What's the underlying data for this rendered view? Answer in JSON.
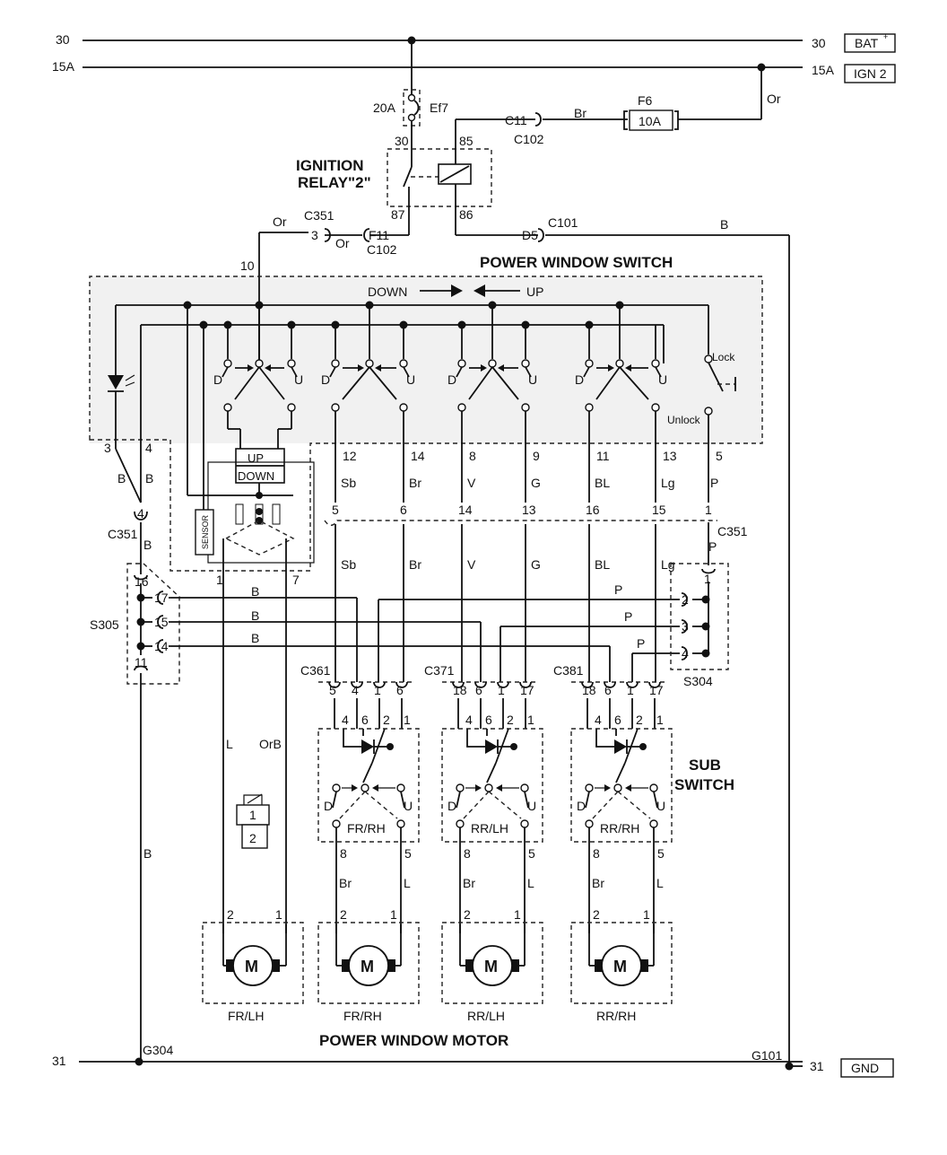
{
  "top": {
    "bat_left": "30",
    "bat_right": "30",
    "bat_box": "BAT",
    "ign_left": "15A",
    "ign_right": "15A",
    "ign_box": "IGN 2",
    "gnd_left": "31",
    "gnd_right": "31",
    "gnd_box": "GND"
  },
  "fuses": {
    "ef7_rating": "20A",
    "ef7_name": "Ef7",
    "f6_name": "F6",
    "f6_rating": "10A",
    "f11": "F11"
  },
  "connectors": {
    "c11": "C11",
    "c102_a": "C102",
    "c102_b": "C102",
    "c351_top": "C351",
    "c351_mid": "C351",
    "c351_right": "C351",
    "c101": "C101",
    "d5": "D5",
    "pin3": "3",
    "c361": "C361",
    "c371": "C371",
    "c381": "C381",
    "s305": "S305",
    "s304": "S304",
    "g304": "G304",
    "g101": "G101"
  },
  "wires": {
    "or1": "Or",
    "or2": "Or",
    "or3": "Or",
    "br_top": "Br",
    "b_top": "B",
    "b_left1": "B",
    "b_left2": "B",
    "b_c351": "B",
    "b_ground": "B",
    "b_s1": "B",
    "b_s2": "B",
    "b_s3": "B",
    "p1": "P",
    "p2": "P",
    "p3": "P",
    "p4": "P",
    "p5": "P",
    "sb1": "Sb",
    "sb2": "Sb",
    "br1": "Br",
    "br2": "Br",
    "v1": "V",
    "v2": "V",
    "g1": "G",
    "g2": "G",
    "bl1": "BL",
    "bl2": "BL",
    "lg1": "Lg",
    "lg2": "Lg",
    "l_fl": "L",
    "orb_fl": "OrB",
    "br_m1": "Br",
    "l_m1": "L",
    "br_m2": "Br",
    "l_m2": "L",
    "br_m3": "Br",
    "l_m3": "L"
  },
  "relay": {
    "title1": "IGNITION",
    "title2": "RELAY\"2\"",
    "p30": "30",
    "p85": "85",
    "p87": "87",
    "p86": "86"
  },
  "main_switch": {
    "title": "POWER WINDOW SWITCH",
    "down": "DOWN",
    "up": "UP",
    "lock": "Lock",
    "unlock": "Unlock",
    "up_box": "UP",
    "down_box": "DOWN",
    "sensor": "SENSOR",
    "pin10": "10",
    "pin3": "3",
    "pin4": "4",
    "pins_top": [
      "12",
      "14",
      "8",
      "9",
      "11",
      "13",
      "5"
    ],
    "pins_bot": [
      "5",
      "6",
      "14",
      "13",
      "16",
      "15",
      "1"
    ],
    "pin_c351_4": "4",
    "pin_1": "1",
    "pin_7": "7",
    "d": "D",
    "u": "U"
  },
  "s305_pins": [
    "16",
    "17",
    "15",
    "14",
    "11"
  ],
  "s304_pins": [
    "1",
    "2",
    "3",
    "4"
  ],
  "sub_switches": [
    {
      "name": "FR/RH",
      "top": [
        "5",
        "4",
        "1",
        "6"
      ],
      "inner": [
        "4",
        "6",
        "2",
        "1"
      ],
      "bot": [
        "8",
        "5"
      ]
    },
    {
      "name": "RR/LH",
      "top": [
        "18",
        "6",
        "1",
        "17"
      ],
      "inner": [
        "4",
        "6",
        "2",
        "1"
      ],
      "bot": [
        "8",
        "5"
      ]
    },
    {
      "name": "RR/RH",
      "top": [
        "18",
        "6",
        "1",
        "17"
      ],
      "inner": [
        "4",
        "6",
        "2",
        "1"
      ],
      "bot": [
        "8",
        "5"
      ]
    }
  ],
  "sub_switch_title1": "SUB",
  "sub_switch_title2": "SWITCH",
  "lock_relay": {
    "p1": "1",
    "p2": "2"
  },
  "motors": {
    "title": "POWER WINDOW MOTOR",
    "labels": [
      "FR/LH",
      "FR/RH",
      "RR/LH",
      "RR/RH"
    ],
    "m": "M",
    "pins": [
      "2",
      "1"
    ]
  }
}
